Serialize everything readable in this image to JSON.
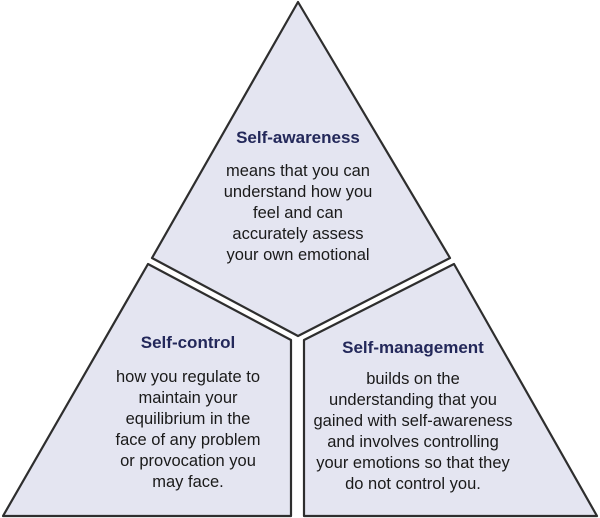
{
  "sections": {
    "top": {
      "title": "Self-awareness",
      "lines": [
        "means that you can",
        "understand how you",
        "feel and can",
        "accurately assess",
        "your own emotional"
      ]
    },
    "left": {
      "title": "Self-control",
      "lines": [
        "how you regulate to",
        "maintain your",
        "equilibrium in the",
        "face of any problem",
        "or provocation you",
        "may face."
      ]
    },
    "right": {
      "title": "Self-management",
      "lines": [
        "builds on the",
        "understanding that you",
        "gained with self-awareness",
        "and involves controlling",
        "your emotions so that they",
        "do not control you."
      ]
    }
  }
}
